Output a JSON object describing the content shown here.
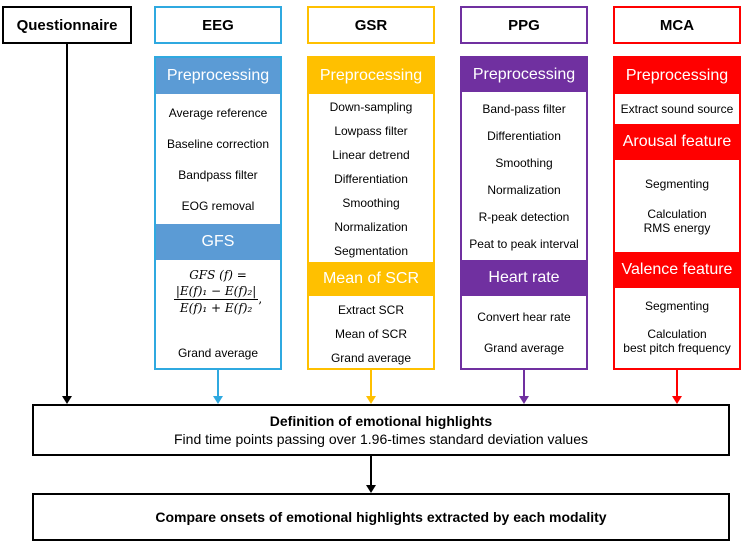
{
  "colors": {
    "eeg": "#2fa9e0",
    "eeg_band": "#5b9bd5",
    "gsr": "#ffc000",
    "ppg": "#7030a0",
    "mca": "#ff0000",
    "black": "#000000"
  },
  "questionnaire": "Questionnaire",
  "eeg": {
    "title": "EEG",
    "preprocessing": "Preprocessing",
    "steps": [
      "Average reference",
      "Baseline correction",
      "Bandpass filter",
      "EOG removal"
    ],
    "feature": "GFS",
    "formula_lhs": "GFS (f) =",
    "formula_num": "|E(f)₁ − E(f)₂|",
    "formula_den": "E(f)₁ + E(f)₂",
    "final": "Grand average"
  },
  "gsr": {
    "title": "GSR",
    "preprocessing": "Preprocessing",
    "steps": [
      "Down-sampling",
      "Lowpass filter",
      "Linear detrend",
      "Differentiation",
      "Smoothing",
      "Normalization",
      "Segmentation"
    ],
    "feature": "Mean of SCR",
    "feature_steps": [
      "Extract SCR",
      "Mean of SCR",
      "Grand average"
    ]
  },
  "ppg": {
    "title": "PPG",
    "preprocessing": "Preprocessing",
    "steps": [
      "Band-pass filter",
      "Differentiation",
      "Smoothing",
      "Normalization",
      "R-peak detection",
      "Peat to peak interval"
    ],
    "feature": "Heart rate",
    "feature_steps": [
      "Convert hear rate",
      "Grand average"
    ]
  },
  "mca": {
    "title": "MCA",
    "preprocessing": "Preprocessing",
    "pre_step": "Extract sound source",
    "arousal": "Arousal feature",
    "arousal_steps": [
      "Segmenting",
      "Calculation",
      "RMS energy"
    ],
    "valence": "Valence feature",
    "valence_steps": [
      "Segmenting",
      "Calculation",
      "best pitch frequency"
    ]
  },
  "definition": {
    "title": "Definition of emotional highlights",
    "subtitle": "Find time points passing over 1.96-times standard deviation values"
  },
  "compare": "Compare onsets of emotional highlights extracted by each modality"
}
